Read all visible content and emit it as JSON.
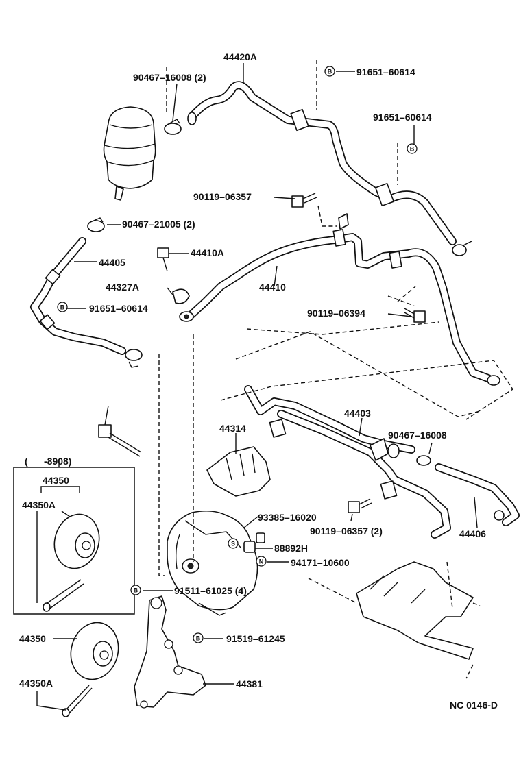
{
  "diagram": {
    "parts": {
      "p44420A": "44420A",
      "p90467_16008_2": "90467–16008 (2)",
      "p91651_60614_a": "91651–60614",
      "p91651_60614_b": "91651–60614",
      "p90119_06357": "90119–06357",
      "p90467_21005_2": "90467–21005 (2)",
      "p44405": "44405",
      "p44410A": "44410A",
      "p44410": "44410",
      "p44327A": "44327A",
      "p91651_60614_c": "91651–60614",
      "p90119_06394": "90119–06394",
      "p44403": "44403",
      "p44314": "44314",
      "p90467_16008": "90467–16008",
      "p93385_16020": "93385–16020",
      "p88892H": "88892H",
      "p90119_06357_2": "90119–06357 (2)",
      "p44406": "44406",
      "p94171_10600": "94171–10600",
      "p91511_61025_4": "91511–61025 (4)",
      "p91519_61245": "91519–61245",
      "p44381": "44381",
      "p44350_top": "44350",
      "p44350A_top": "44350A",
      "p44350": "44350",
      "p44350A": "44350A"
    },
    "inset_header": "(      -8908)",
    "markers": {
      "B": "B",
      "N": "N",
      "S": "S"
    },
    "code": "NC 0146-D"
  }
}
